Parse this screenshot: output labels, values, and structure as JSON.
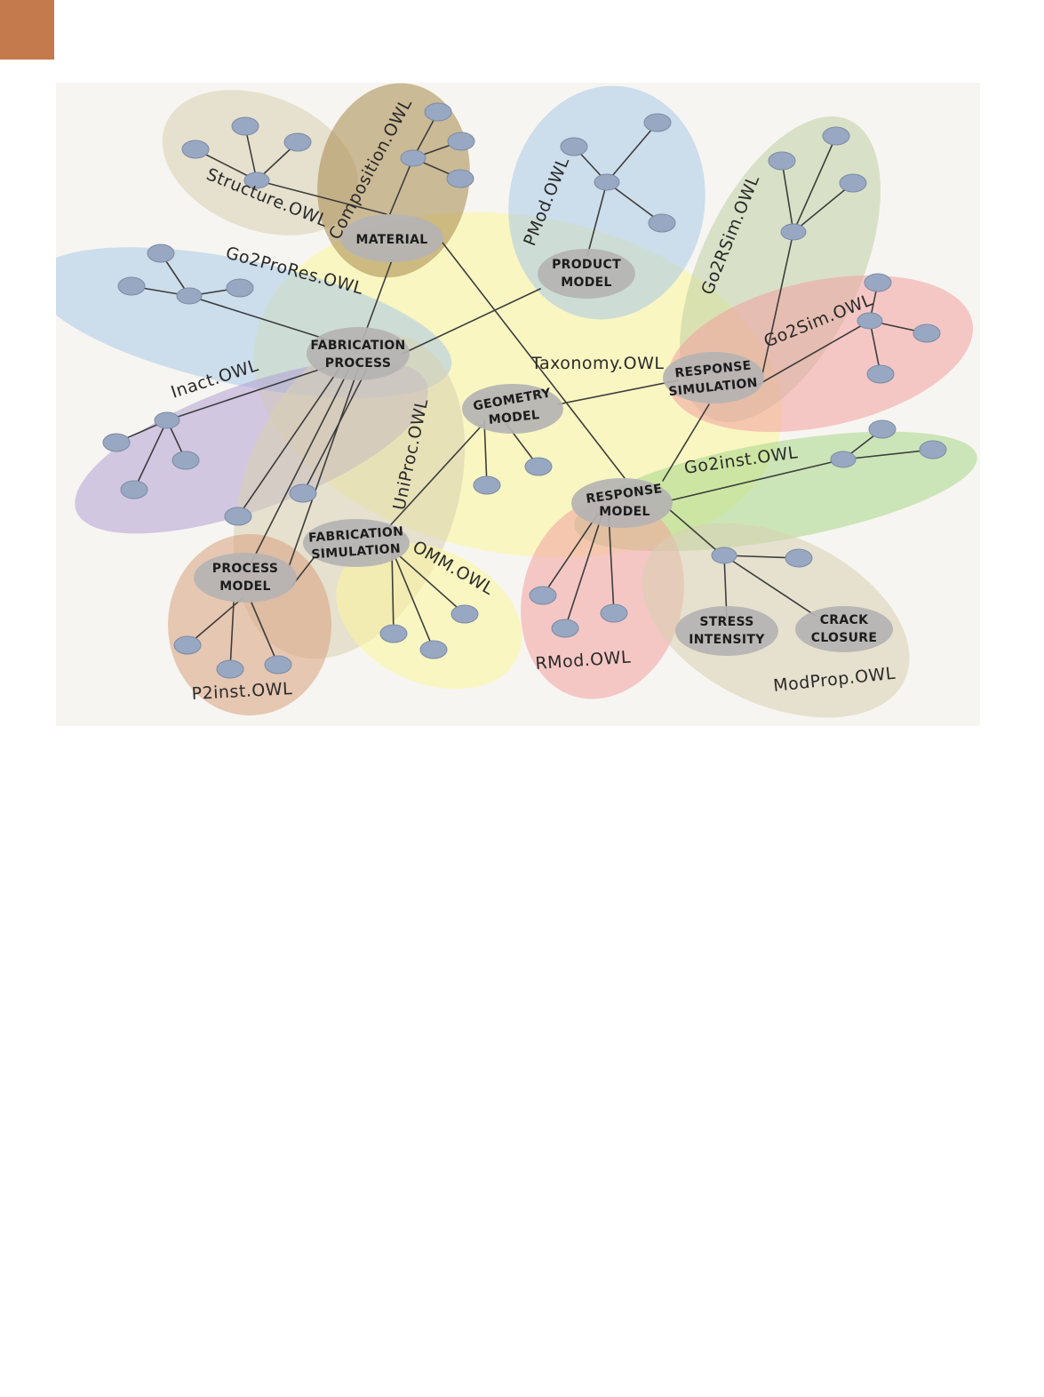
{
  "page": {
    "corner_tab_color": "#c47a4d",
    "background": "#ffffff",
    "figure_background": "#f7f5f1"
  },
  "diagram": {
    "central_nodes": {
      "material": {
        "lines": [
          "MATERIAL"
        ]
      },
      "product_model": {
        "lines": [
          "PRODUCT",
          "MODEL"
        ]
      },
      "fabrication_process": {
        "lines": [
          "FABRICATION",
          "PROCESS"
        ]
      },
      "geometry_model": {
        "lines": [
          "GEOMETRY",
          "MODEL"
        ]
      },
      "response_simulation": {
        "lines": [
          "RESPONSE",
          "SIMULATION"
        ]
      },
      "response_model": {
        "lines": [
          "RESPONSE",
          "MODEL"
        ]
      },
      "fabrication_simulation": {
        "lines": [
          "FABRICATION",
          "SIMULATION"
        ]
      },
      "process_model": {
        "lines": [
          "PROCESS",
          "MODEL"
        ]
      },
      "stress_intensity": {
        "lines": [
          "STRESS",
          "INTENSITY"
        ]
      },
      "crack_closure": {
        "lines": [
          "CRACK",
          "CLOSURE"
        ]
      }
    },
    "ontology_labels": {
      "structure": "Structure.OWL",
      "composition": "Composition.OWL",
      "pmod": "PMod.OWL",
      "go2rsim": "Go2RSim.OWL",
      "go2prores": "Go2ProRes.OWL",
      "go2sim": "Go2Sim.OWL",
      "taxonomy": "Taxonomy.OWL",
      "inact": "Inact.OWL",
      "uniproc": "UniProc.OWL",
      "go2inst": "Go2inst.OWL",
      "omm": "OMM.OWL",
      "rmod": "RMod.OWL",
      "modprop": "ModProp.OWL",
      "p2inst": "P2inst.OWL"
    },
    "colors": {
      "tan": "#d9cfb0",
      "brown": "#a8884a",
      "blue": "#a9c8e6",
      "sage": "#bfd0a4",
      "yellow": "#fbf59a",
      "red": "#f2a0a0",
      "purple": "#b3a1d4",
      "green": "#a9d788",
      "orange": "#d9a07e",
      "hub": "#b5b3b3",
      "leaf": "#98a8c2",
      "line": "#3d3d3d"
    }
  }
}
